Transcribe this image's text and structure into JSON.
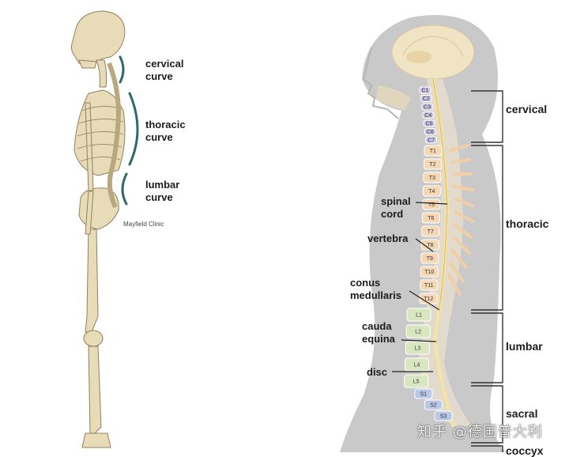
{
  "left_panel": {
    "curves": {
      "cervical": [
        "cervical",
        "curve"
      ],
      "thoracic": [
        "thoracic",
        "curve"
      ],
      "lumbar": [
        "lumbar",
        "curve"
      ]
    },
    "credit": "Mayfield Clinic",
    "curve_color": "#2b6a66",
    "bone_color": "#e8dcb8"
  },
  "right_panel": {
    "labels": {
      "spinal_cord": [
        "spinal",
        "cord"
      ],
      "vertebra": "vertebra",
      "conus_medullaris": [
        "conus",
        "medullaris"
      ],
      "cauda_equina": [
        "cauda",
        "equina"
      ],
      "disc": "disc"
    },
    "regions": {
      "cervical": "cervical",
      "thoracic": "thoracic",
      "lumbar": "lumbar",
      "sacral": "sacral",
      "coccyx": "coccyx"
    },
    "vertebrae": {
      "cervical": [
        "C1",
        "C2",
        "C3",
        "C4",
        "C5",
        "C6",
        "C7"
      ],
      "thoracic": [
        "T1",
        "T2",
        "T3",
        "T4",
        "T5",
        "T6",
        "T7",
        "T8",
        "T9",
        "T10",
        "T11",
        "T12"
      ],
      "lumbar": [
        "L1",
        "L2",
        "L3",
        "L4",
        "L5"
      ],
      "sacral": [
        "S1",
        "S2",
        "S3"
      ]
    },
    "colors": {
      "body": "#c9c9c9",
      "cervical": "#c9c2e6",
      "thoracic": "#f4d7b4",
      "lumbar": "#d9e6c0",
      "sacral": "#b9c8e6",
      "brain": "#f1e4c4",
      "bracket": "#333333"
    }
  },
  "watermark": "知乎 @德国普大利"
}
